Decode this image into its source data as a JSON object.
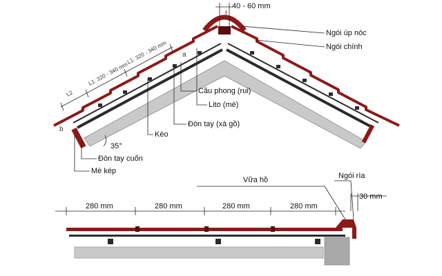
{
  "colors": {
    "tile": "#8b1a1a",
    "tile_edge": "#5a0d0d",
    "wood": "#2b2b2b",
    "concrete": "#c9c9c9",
    "concrete_dark": "#9a9a9a",
    "line": "#222222"
  },
  "labels": {
    "ridge_tile": "Ngói úp nóc",
    "main_tile": "Ngói chính",
    "rafter": "Cầu phong (rui)",
    "batten": "Lito (mè)",
    "purlin": "Đòn tay (xà gồ)",
    "truss": "Kèo",
    "roll_purlin": "Đòn tay cuốn",
    "double_batten": "Mè kép",
    "mortar": "Vữa hồ",
    "edge_tile": "Ngói rìa"
  },
  "dimensions": {
    "ridge_gap": "40 - 60 mm",
    "f": "f",
    "l1_a": "L1: 320 - 340 mm",
    "l1_b": "L1: 320 - 340 mm",
    "l2": "L2",
    "a": "a",
    "b": "b",
    "angle": "35°",
    "span_1": "280 mm",
    "span_2": "280 mm",
    "span_3": "280 mm",
    "span_4": "280 mm",
    "edge_width": "30 mm"
  }
}
